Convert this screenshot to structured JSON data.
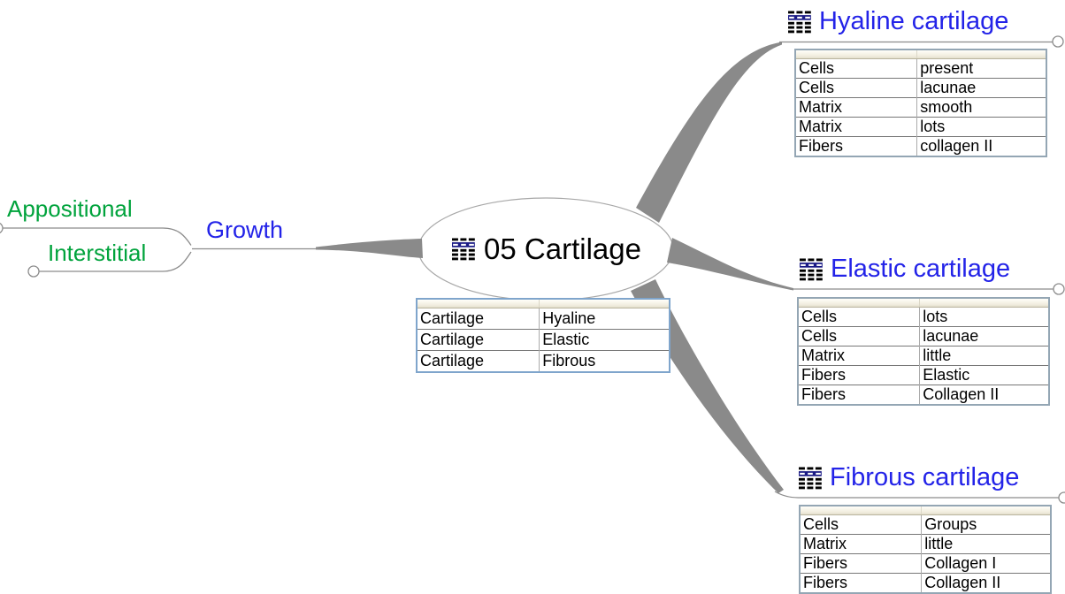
{
  "root": {
    "title": "05 Cartilage",
    "attributes": [
      [
        "Cartilage",
        "Hyaline"
      ],
      [
        "Cartilage",
        "Elastic"
      ],
      [
        "Cartilage",
        "Fibrous"
      ]
    ]
  },
  "branches": {
    "hyaline": {
      "title": "Hyaline cartilage",
      "attributes": [
        [
          "Cells",
          "present"
        ],
        [
          "Cells",
          "lacunae"
        ],
        [
          "Matrix",
          "smooth"
        ],
        [
          "Matrix",
          "lots"
        ],
        [
          "Fibers",
          "collagen II"
        ]
      ]
    },
    "elastic": {
      "title": "Elastic cartilage",
      "attributes": [
        [
          "Cells",
          "lots"
        ],
        [
          "Cells",
          "lacunae"
        ],
        [
          "Matrix",
          "little"
        ],
        [
          "Fibers",
          "Elastic"
        ],
        [
          "Fibers",
          "Collagen II"
        ]
      ]
    },
    "fibrous": {
      "title": "Fibrous cartilage",
      "attributes": [
        [
          "Cells",
          "Groups"
        ],
        [
          "Matrix",
          "little"
        ],
        [
          "Fibers",
          "Collagen I"
        ],
        [
          "Fibers",
          "Collagen II"
        ]
      ]
    },
    "growth": {
      "title": "Growth"
    },
    "appositional": {
      "title": "Appositional"
    },
    "interstitial": {
      "title": "Interstitial"
    }
  },
  "icons": {
    "attributes_icon": "attribute-table-icon"
  },
  "colors": {
    "branch_blue": "#2323E8",
    "child_green": "#00A33C",
    "edge_gray": "#8A8A8A",
    "icon_navy": "#1A1A85",
    "header_beige": "#F1EDDF",
    "table_border_blue": "#7FA5CC",
    "table_border_gray": "#94A6B4"
  }
}
